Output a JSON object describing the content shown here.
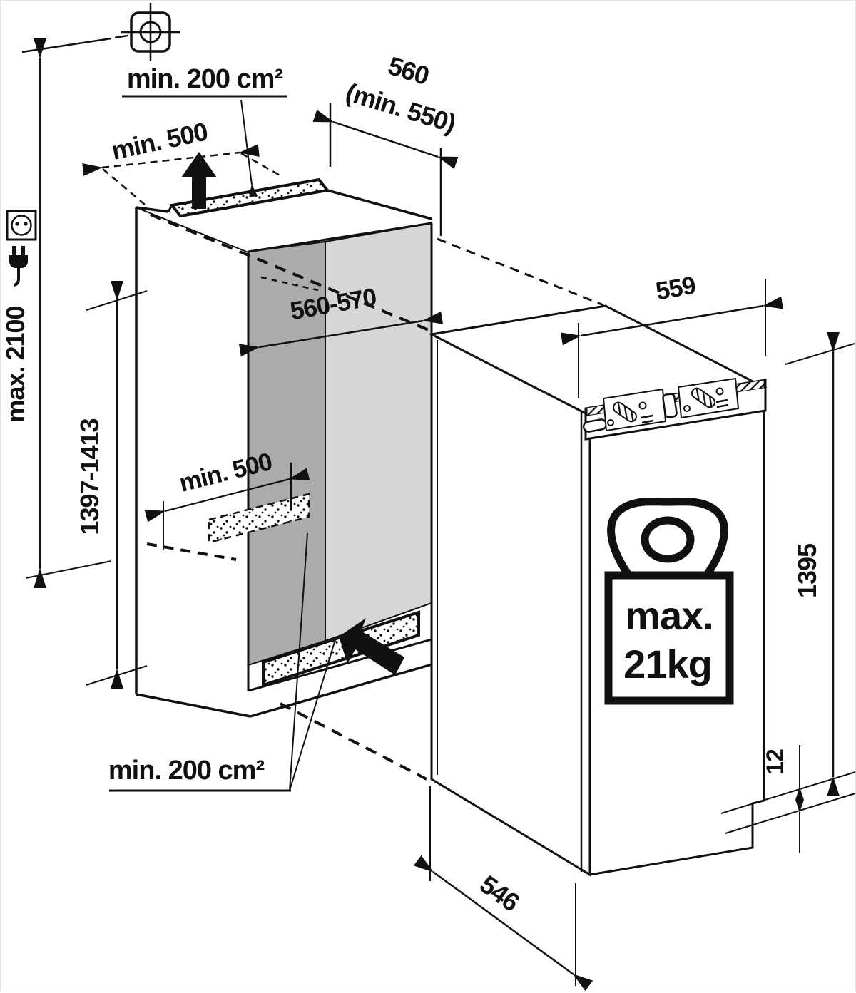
{
  "diagram": {
    "type": "appliance-installation-dimensions",
    "labels": {
      "ventilation_area_top": "min. 200 cm²",
      "clearance_depth_top": "min. 500",
      "niche_depth": "560",
      "niche_depth_alt": "(min. 550)",
      "max_install_height": "max. 2100",
      "niche_height": "1397-1413",
      "niche_width": "560-570",
      "clearance_depth_bottom": "min. 500",
      "ventilation_area_bottom": "min. 200 cm²",
      "appliance_depth_top": "559",
      "appliance_height": "1395",
      "weight_max_line1": "max.",
      "weight_max_line2": "21kg",
      "base_gap": "12",
      "appliance_depth_bottom": "546"
    },
    "colors": {
      "line": "#111111",
      "wall_dark": "#ababab",
      "wall_light": "#d6d6d6",
      "background": "#ffffff"
    },
    "icons": [
      "leveling-screw-icon",
      "power-outlet-icon",
      "power-plug-icon",
      "airflow-up-arrow-icon",
      "airflow-intake-arrow-icon",
      "door-weight-icon",
      "mounting-brackets"
    ]
  }
}
